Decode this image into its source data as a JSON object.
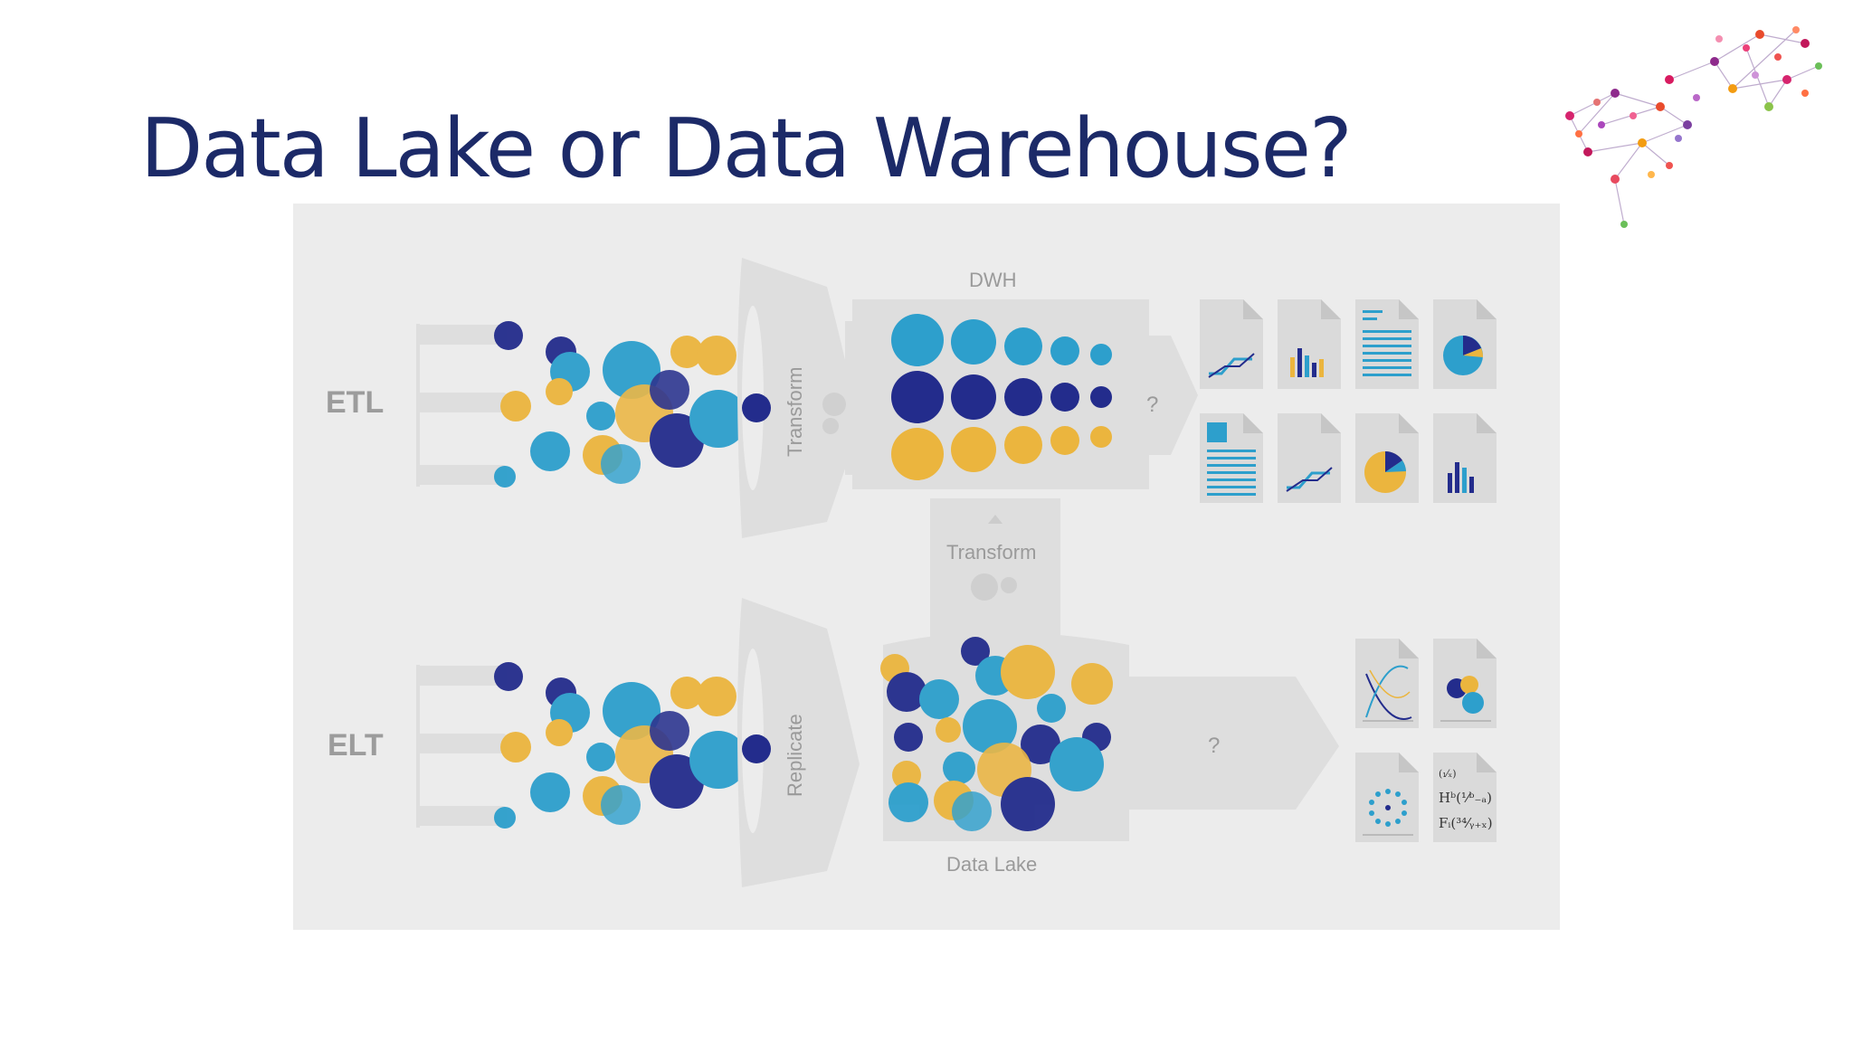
{
  "slide": {
    "title": "Data Lake or Data Warehouse?"
  },
  "diagram": {
    "etl": {
      "label": "ETL",
      "funnel_label": "Transform"
    },
    "elt": {
      "label": "ELT",
      "funnel_label": "Replicate"
    },
    "dwh": {
      "label": "DWH",
      "output_label": "?"
    },
    "middle": {
      "label": "Transform"
    },
    "lake": {
      "label": "Data Lake",
      "output_label": "?"
    },
    "math_doc": {
      "line1": "(₁⁄ₓ)",
      "line2": "Hᵇ(¹⁄ᵇ₋ₐ)",
      "line3": "Fᵢ(³⁴⁄ᵧ₊ₓ)"
    }
  },
  "colors": {
    "title": "#1c2a68",
    "navy": "#232c8c",
    "teal": "#2d9fcc",
    "gold": "#ebb53e",
    "panel": "#ececec",
    "shape": "#dddddd"
  }
}
